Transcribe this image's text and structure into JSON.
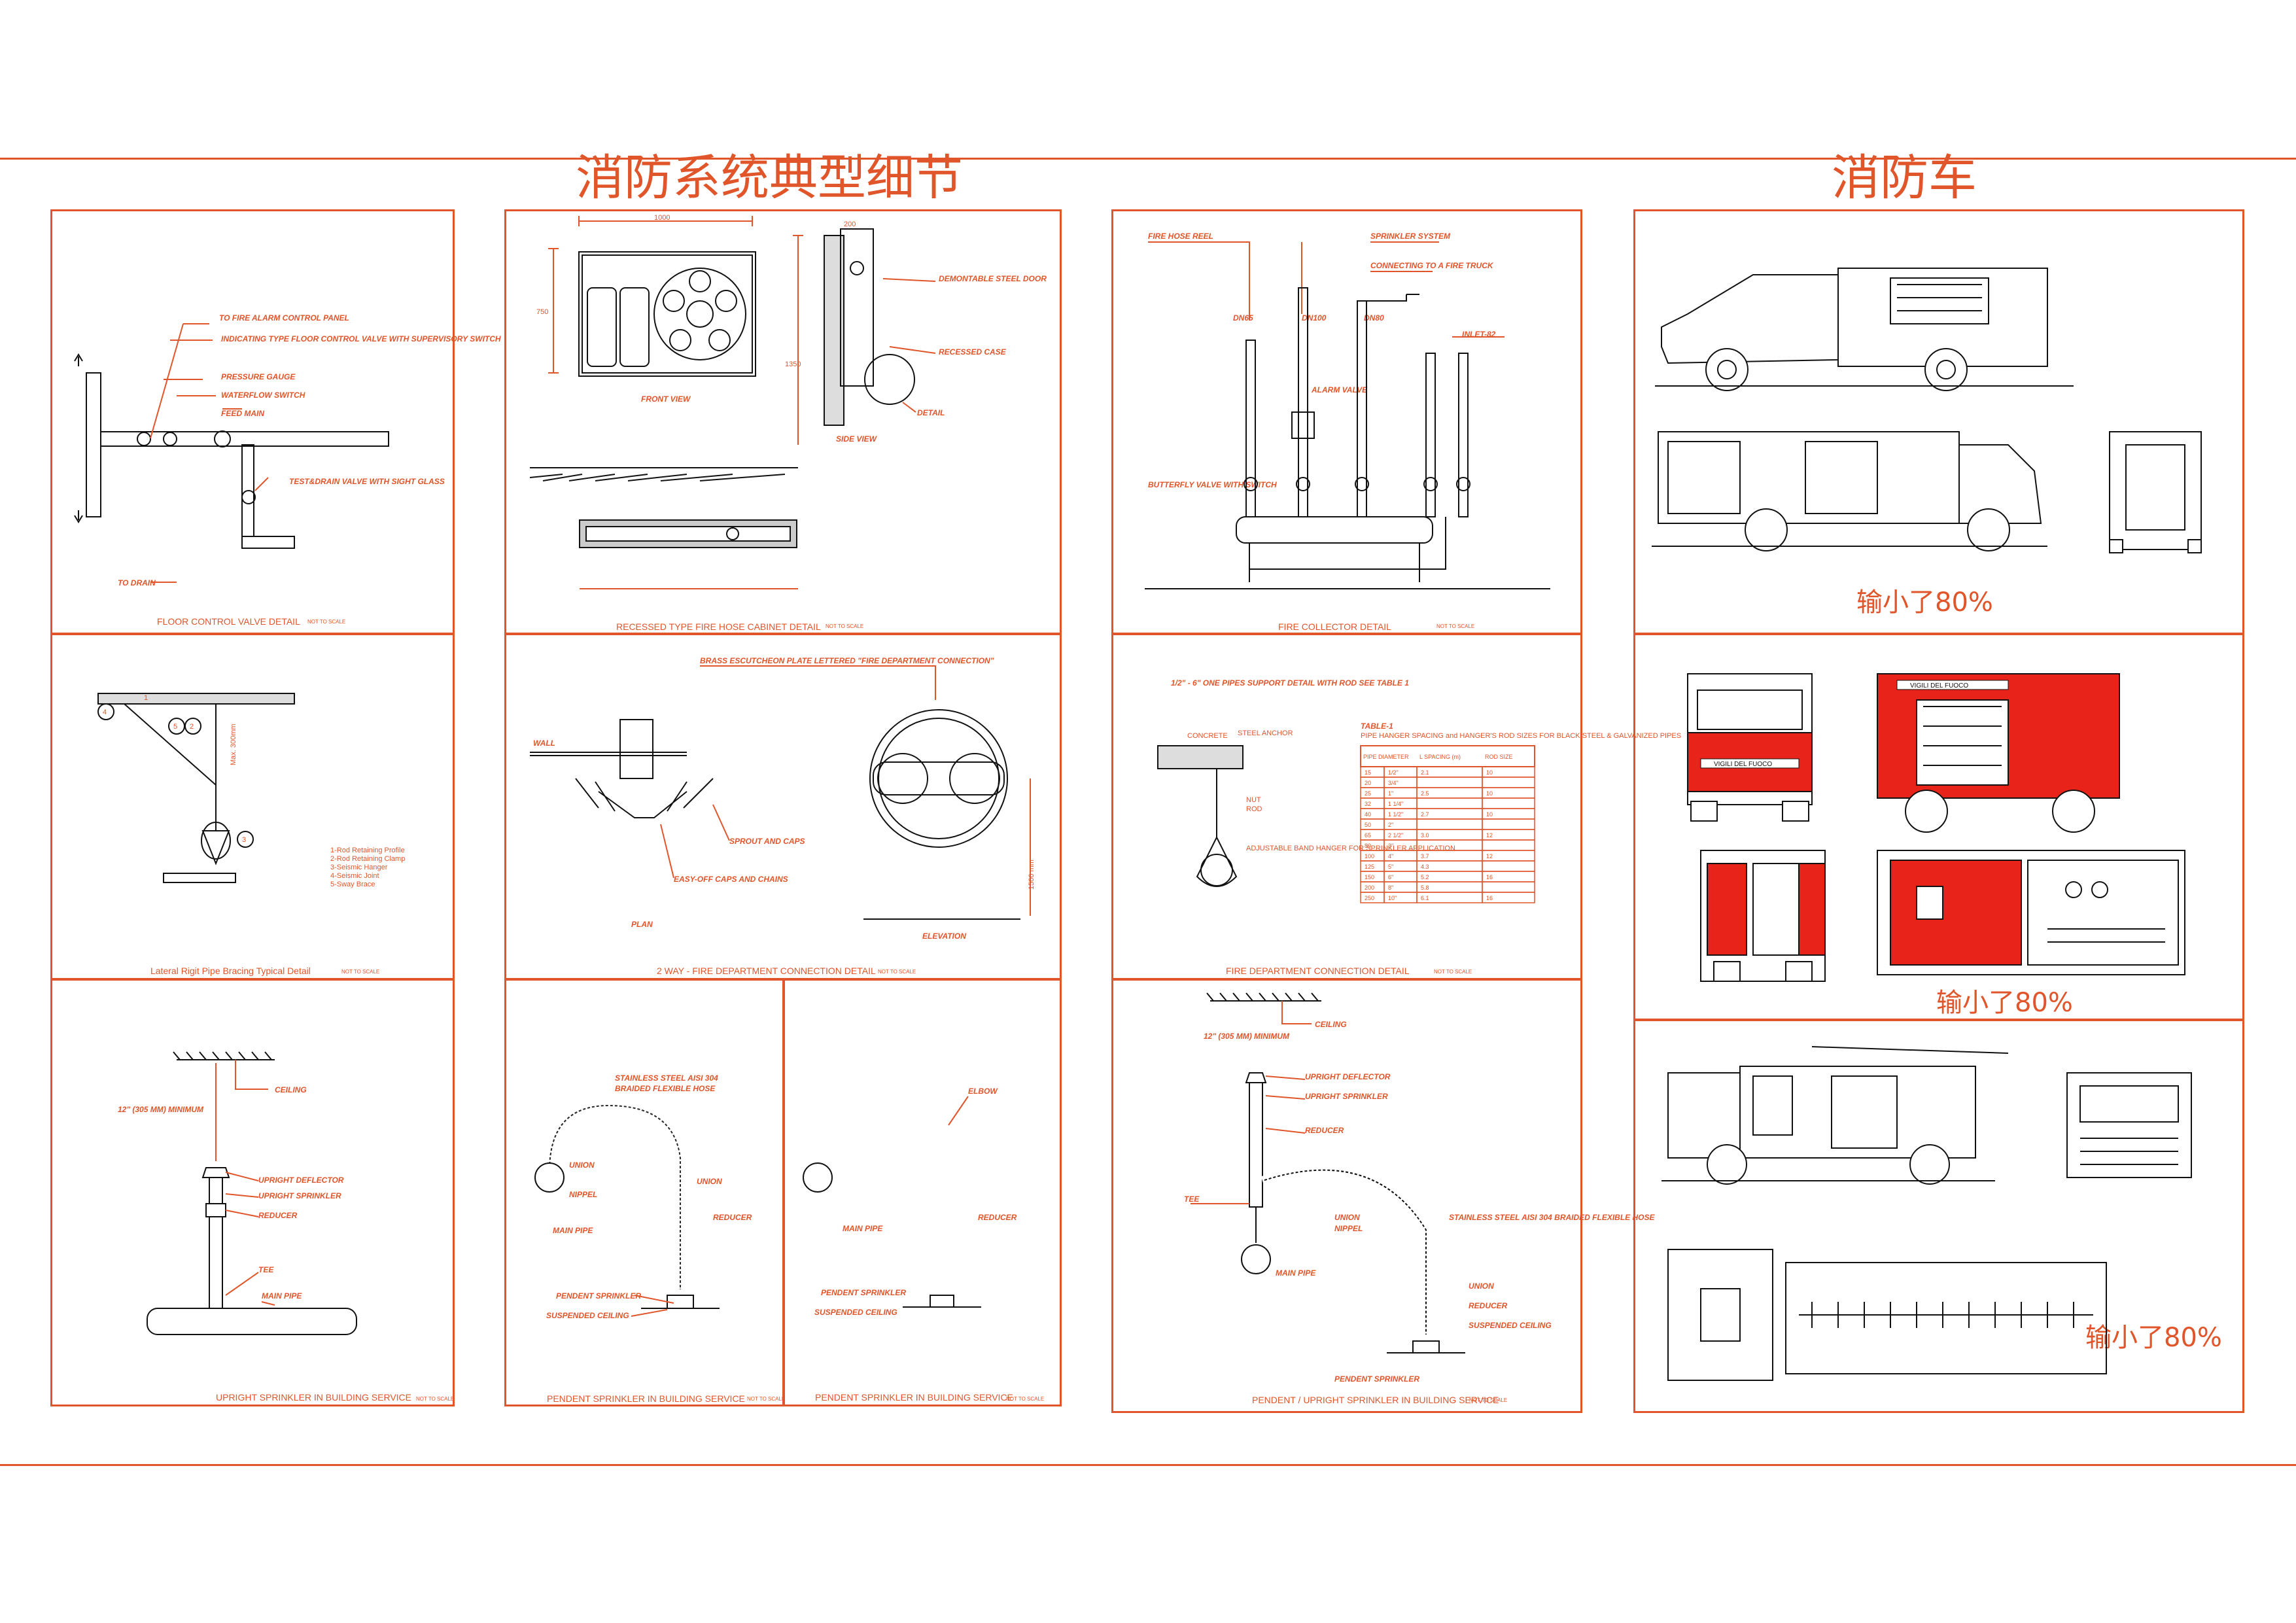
{
  "titles": {
    "details": "消防系统典型细节",
    "trucks": "消防车"
  },
  "panels": {
    "p1": {
      "caption": "FLOOR CONTROL VALVE DETAIL",
      "note": "NOT TO SCALE",
      "labels": [
        "TO FIRE ALARM CONTROL PANEL",
        "INDICATING TYPE FLOOR CONTROL VALVE WITH SUPERVISORY SWITCH",
        "PRESSURE GAUGE",
        "WATERFLOW SWITCH",
        "FEED MAIN",
        "TEST&DRAIN VALVE WITH SIGHT GLASS",
        "TO DRAIN"
      ]
    },
    "p2": {
      "caption": "RECESSED TYPE FIRE HOSE CABINET DETAIL",
      "note": "NOT TO SCALE",
      "labels": [
        "FRONT VIEW",
        "SIDE VIEW",
        "DEMONTABLE STEEL DOOR",
        "RECESSED CASE",
        "DETAIL",
        "1000",
        "750",
        "1350",
        "200"
      ]
    },
    "p3": {
      "caption": "FIRE COLLECTOR DETAIL",
      "note": "NOT TO SCALE",
      "labels": [
        "FIRE HOSE REEL",
        "SPRINKLER SYSTEM",
        "CONNECTING TO A FIRE TRUCK",
        "INLET-82",
        "ALARM VALVE",
        "BUTTERFLY VALVE WITH SWITCH",
        "DN65",
        "DN100",
        "DN80"
      ]
    },
    "p4": {
      "caption": "Lateral Rigit Pipe Bracing Typical Detail",
      "note": "NOT TO SCALE",
      "legend": [
        "1-Rod Retaining Profile",
        "2-Rod Retaining Clamp",
        "3-Seismic Hanger",
        "4-Seismic Joint",
        "5-Sway Brace"
      ],
      "labels": [
        "4",
        "1",
        "5",
        "2",
        "3",
        "Max. 300mm"
      ]
    },
    "p5": {
      "caption": "2 WAY - FIRE DEPARTMENT CONNECTION DETAIL",
      "note": "NOT TO SCALE",
      "labels": [
        "BRASS ESCUTCHEON PLATE LETTERED \"FIRE DEPARTMENT CONNECTION\"",
        "WALL",
        "SPROUT AND CAPS",
        "EASY-OFF CAPS AND CHAINS",
        "PLAN",
        "ELEVATION",
        "1500 mm"
      ]
    },
    "p6": {
      "caption": "FIRE DEPARTMENT CONNECTION DETAIL",
      "note": "NOT TO SCALE",
      "header": "1/2\" - 6\"  ONE PIPES SUPPORT DETAIL WITH ROD SEE TABLE 1",
      "table_title": "TABLE-1",
      "table_sub": "PIPE HANGER SPACING and HANGER'S ROD SIZES FOR BLACK STEEL & GALVANIZED PIPES",
      "table_cols": [
        "PIPE DIAMETER",
        "L SPACING (m)",
        "ROD SIZE"
      ],
      "table_rows": [
        [
          "15",
          "1/2\"",
          "2.1",
          "10"
        ],
        [
          "20",
          "3/4\"",
          "",
          ""
        ],
        [
          "25",
          "1\"",
          "2.5",
          "10"
        ],
        [
          "32",
          "1 1/4\"",
          "",
          ""
        ],
        [
          "40",
          "1 1/2\"",
          "2.7",
          "10"
        ],
        [
          "50",
          "2\"",
          "",
          ""
        ],
        [
          "65",
          "2 1/2\"",
          "3.0",
          "12"
        ],
        [
          "80",
          "3\"",
          "",
          ""
        ],
        [
          "100",
          "4\"",
          "3.7",
          "12"
        ],
        [
          "125",
          "5\"",
          "4.3",
          ""
        ],
        [
          "150",
          "6\"",
          "5.2",
          "16"
        ],
        [
          "200",
          "8\"",
          "5.8",
          ""
        ],
        [
          "250",
          "10\"",
          "6.1",
          "16"
        ]
      ],
      "labels": [
        "CONCRETE",
        "STEEL ANCHOR",
        "ROD",
        "NUT",
        "ADJUSTABLE BAND HANGER FOR SPRINKLER APPLICATION"
      ]
    },
    "p7": {
      "caption": "UPRIGHT SPRINKLER IN BUILDING SERVICE",
      "note": "NOT TO SCALE",
      "labels": [
        "CEILING",
        "12\" (305 mm) MINIMUM",
        "UPRIGHT DEFLECTOR",
        "UPRIGHT SPRINKLER",
        "REDUCER",
        "TEE",
        "MAIN PIPE"
      ]
    },
    "p8": {
      "caption": "PENDENT SPRINKLER IN BUILDING SERVICE",
      "note": "NOT TO SCALE",
      "labels": [
        "STAINLESS STEEL AISI 304",
        "BRAIDED FLEXIBLE HOSE",
        "UNION",
        "NIPPEL",
        "MAIN PIPE",
        "UNION",
        "REDUCER",
        "PENDENT SPRINKLER",
        "SUSPENDED CEILING"
      ]
    },
    "p9": {
      "caption": "PENDENT SPRINKLER IN BUILDING SERVICE",
      "note": "NOT TO SCALE",
      "labels": [
        "ELBOW",
        "MAIN PIPE",
        "REDUCER",
        "PENDENT SPRINKLER",
        "SUSPENDED CEILING"
      ]
    },
    "p10": {
      "caption": "PENDENT / UPRIGHT SPRINKLER IN BUILDING SERVICE",
      "note": "NOT TO SCALE",
      "labels": [
        "CEILING",
        "12\" (305 mm) MINIMUM",
        "UPRIGHT DEFLECTOR",
        "UPRIGHT SPRINKLER",
        "REDUCER",
        "TEE",
        "UNION",
        "NIPPEL",
        "MAIN PIPE",
        "STAINLESS STEEL AISI 304 BRAIDED FLEXIBLE HOSE",
        "UNION",
        "REDUCER",
        "SUSPENDED CEILING",
        "PENDENT SPRINKLER"
      ]
    }
  },
  "trucks": {
    "scale_note_1": "输小了80%",
    "scale_note_2": "输小了80%",
    "scale_note_3": "输小了80%",
    "plate_text": "VIGILI DEL FUOCO"
  },
  "colors": {
    "line": "#e0552a",
    "truck_red": "#e8241a",
    "ink": "#111111"
  }
}
